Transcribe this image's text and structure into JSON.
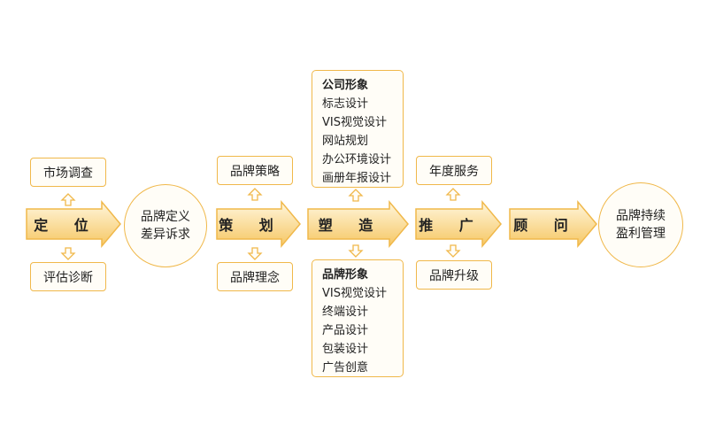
{
  "stages": [
    {
      "label": "定 位",
      "top": "市场调查",
      "bottom": "评估诊断"
    },
    {
      "label": "策 划",
      "top": "品牌策略",
      "bottom": "品牌理念"
    },
    {
      "label": "塑 造"
    },
    {
      "label": "推 广",
      "top": "年度服务",
      "bottom": "品牌升级"
    },
    {
      "label": "顾 问"
    }
  ],
  "circles": {
    "left": [
      "品牌定义",
      "差异诉求"
    ],
    "right": [
      "品牌持续",
      "盈利管理"
    ]
  },
  "panels": {
    "company": {
      "heading": "公司形象",
      "items": [
        "标志设计",
        "VIS视觉设计",
        "网站规划",
        "办公环境设计",
        "画册年报设计"
      ]
    },
    "brand": {
      "heading": "品牌形象",
      "items": [
        "VIS视觉设计",
        "终端设计",
        "产品设计",
        "包装设计",
        "广告创意"
      ]
    }
  },
  "colors": {
    "arrow_light": "#fff6dc",
    "arrow_dark": "#f6c764",
    "border": "#f0b84a"
  }
}
